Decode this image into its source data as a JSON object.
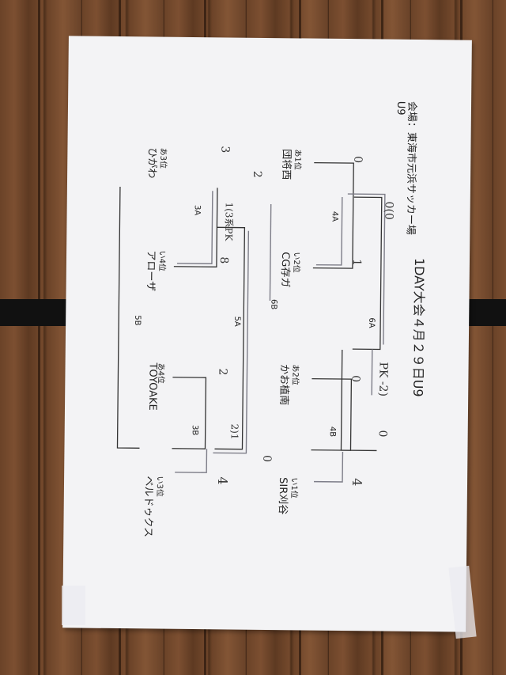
{
  "title": "1DAY大会４月２９日U9",
  "venue": "会場：東海市元浜サッカー場",
  "category": "U9",
  "teams": {
    "a1": {
      "seed": "あ1位",
      "name": "団将西"
    },
    "b2": {
      "seed": "い2位",
      "name": "CG存ガ"
    },
    "a3": {
      "seed": "あ3位",
      "name": "ひがわ"
    },
    "b4": {
      "seed": "い4位",
      "name": "アローザ"
    },
    "a2": {
      "seed": "あ2位",
      "name": "かお植南"
    },
    "b1": {
      "seed": "い1位",
      "name": "SIR刈谷"
    },
    "a4": {
      "seed": "あ4位",
      "name": "TOYOAKE"
    },
    "b3": {
      "seed": "い3位",
      "name": "ベルドゥクス"
    }
  },
  "matches": {
    "m4a": "4A",
    "m3a": "3A",
    "m5a": "5A",
    "m6a": "6A",
    "m6b": "6B",
    "m4b": "4B",
    "m3b": "3B",
    "m5b": "5B"
  },
  "scores": {
    "s_a1": "0",
    "s_b2": "1",
    "s_4a_top": "0(0",
    "s_a3": "3",
    "s_b4": "8",
    "s_3a_pk": "1(3系PK",
    "s_5a_top": "2",
    "s_6a_pk": "PK -2)",
    "s_6a_r": "0",
    "s_a2": "0",
    "s_b1": "4",
    "s_a4": "2",
    "s_b3": "4",
    "s_3b": "2)1",
    "s_5a_bottom": "0"
  }
}
